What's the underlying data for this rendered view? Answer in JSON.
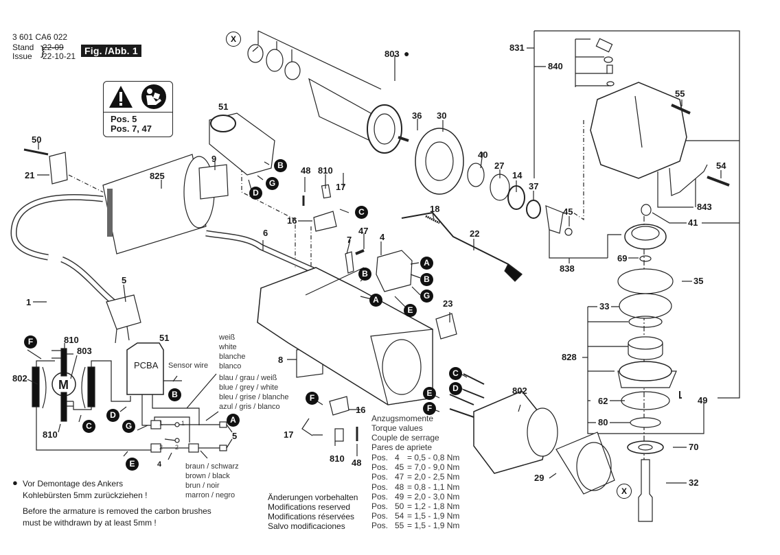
{
  "header": {
    "part_number": "3 601 CA6 022",
    "stand_label": "Stand",
    "issue_label": "Issue",
    "old_date_struck": "22-09",
    "issue_date": "22-10-21",
    "figure_label": "Fig. /Abb. 1"
  },
  "warning_box": {
    "icons": [
      "warning-triangle-icon",
      "read-manual-icon"
    ],
    "lines": [
      "Pos. 5",
      "Pos. 7, 47"
    ]
  },
  "part_labels": [
    {
      "id": "803",
      "note": "●"
    },
    {
      "id": "51"
    },
    {
      "id": "50"
    },
    {
      "id": "21"
    },
    {
      "id": "825"
    },
    {
      "id": "9"
    },
    {
      "id": "48"
    },
    {
      "id": "810"
    },
    {
      "id": "17"
    },
    {
      "id": "16"
    },
    {
      "id": "47"
    },
    {
      "id": "7"
    },
    {
      "id": "4"
    },
    {
      "id": "18"
    },
    {
      "id": "22"
    },
    {
      "id": "6"
    },
    {
      "id": "5"
    },
    {
      "id": "1"
    },
    {
      "id": "23"
    },
    {
      "id": "8"
    },
    {
      "id": "36"
    },
    {
      "id": "30"
    },
    {
      "id": "40"
    },
    {
      "id": "27"
    },
    {
      "id": "14"
    },
    {
      "id": "37"
    },
    {
      "id": "45"
    },
    {
      "id": "838"
    },
    {
      "id": "831"
    },
    {
      "id": "840"
    },
    {
      "id": "55"
    },
    {
      "id": "54"
    },
    {
      "id": "843"
    },
    {
      "id": "41"
    },
    {
      "id": "69"
    },
    {
      "id": "35"
    },
    {
      "id": "33"
    },
    {
      "id": "828"
    },
    {
      "id": "62"
    },
    {
      "id": "49"
    },
    {
      "id": "80"
    },
    {
      "id": "70"
    },
    {
      "id": "32"
    },
    {
      "id": "802"
    },
    {
      "id": "29"
    }
  ],
  "labels": {
    "p803": "803",
    "dot": "●",
    "p51": "51",
    "p50": "50",
    "p21": "21",
    "p825": "825",
    "p9": "9",
    "p48": "48",
    "p810": "810",
    "p17": "17",
    "p16": "16",
    "p47": "47",
    "p7": "7",
    "p4": "4",
    "p18": "18",
    "p22": "22",
    "p6": "6",
    "p5": "5",
    "p1": "1",
    "p23": "23",
    "p8": "8",
    "p36": "36",
    "p30": "30",
    "p40": "40",
    "p27": "27",
    "p14": "14",
    "p37": "37",
    "p45": "45",
    "p838": "838",
    "p831": "831",
    "p840": "840",
    "p55": "55",
    "p54": "54",
    "p843": "843",
    "p41": "41",
    "p69": "69",
    "p35": "35",
    "p33": "33",
    "p828": "828",
    "p62": "62",
    "p49": "49",
    "p80": "80",
    "p70": "70",
    "p32": "32",
    "p802": "802",
    "p29": "29"
  },
  "connector_badges": {
    "A": "A",
    "B": "B",
    "C": "C",
    "D": "D",
    "E": "E",
    "F": "F",
    "G": "G",
    "X": "X"
  },
  "wiring": {
    "motor_symbol": "M",
    "pcba_label": "PCBA",
    "pcba_ref": "51",
    "sensor_wire": "Sensor wire",
    "ref_810_top": "810",
    "ref_810_bottom": "810",
    "ref_803": "803",
    "ref_802": "802",
    "ref_4": "4",
    "ref_5": "5",
    "switch_pin_1a": "1",
    "switch_pin_1b": "1",
    "switch_pin_2a": "2",
    "switch_pin_2b": "2",
    "white_colors": [
      "weiß",
      "white",
      "blanche",
      "blanco"
    ],
    "blue_colors": [
      "blau / grau / weiß",
      "blue / grey  / white",
      "bleu / grise / blanche",
      "azul / gris   / blanco"
    ],
    "brown_colors": [
      "braun   / schwarz",
      "brown   / black",
      "brun     / noir",
      "marron / negro"
    ]
  },
  "notes": {
    "bullet": "●",
    "de_line1": "Vor Demontage des Ankers",
    "de_line2": "Kohlebürsten 5mm zurückziehen !",
    "en_line1": "Before the armature is removed the carbon brushes",
    "en_line2": "must be withdrawn by at least 5mm !"
  },
  "modifications": [
    "Änderungen vorbehalten",
    "Modifications reserved",
    "Modifications réservées",
    "Salvo modificaciones"
  ],
  "torque": {
    "headings": [
      "Anzugsmomente",
      "Torque values",
      "Couple de serrage",
      "Pares de apriete"
    ],
    "rows": [
      {
        "prefix": "Pos.",
        "pos": "4",
        "value": "= 0,5 - 0,8 Nm"
      },
      {
        "prefix": "Pos.",
        "pos": "45",
        "value": "= 7,0 - 9,0 Nm"
      },
      {
        "prefix": "Pos.",
        "pos": "47",
        "value": "= 2,0 - 2,5 Nm"
      },
      {
        "prefix": "Pos.",
        "pos": "48",
        "value": "= 0,8 - 1,1 Nm"
      },
      {
        "prefix": "Pos.",
        "pos": "49",
        "value": "= 2,0 - 3,0 Nm"
      },
      {
        "prefix": "Pos.",
        "pos": "50",
        "value": "= 1,2 - 1,8  Nm"
      },
      {
        "prefix": "Pos.",
        "pos": "54",
        "value": "= 1,5 - 1,9  Nm"
      },
      {
        "prefix": "Pos.",
        "pos": "55",
        "value": "= 1,5 - 1,9  Nm"
      }
    ]
  }
}
